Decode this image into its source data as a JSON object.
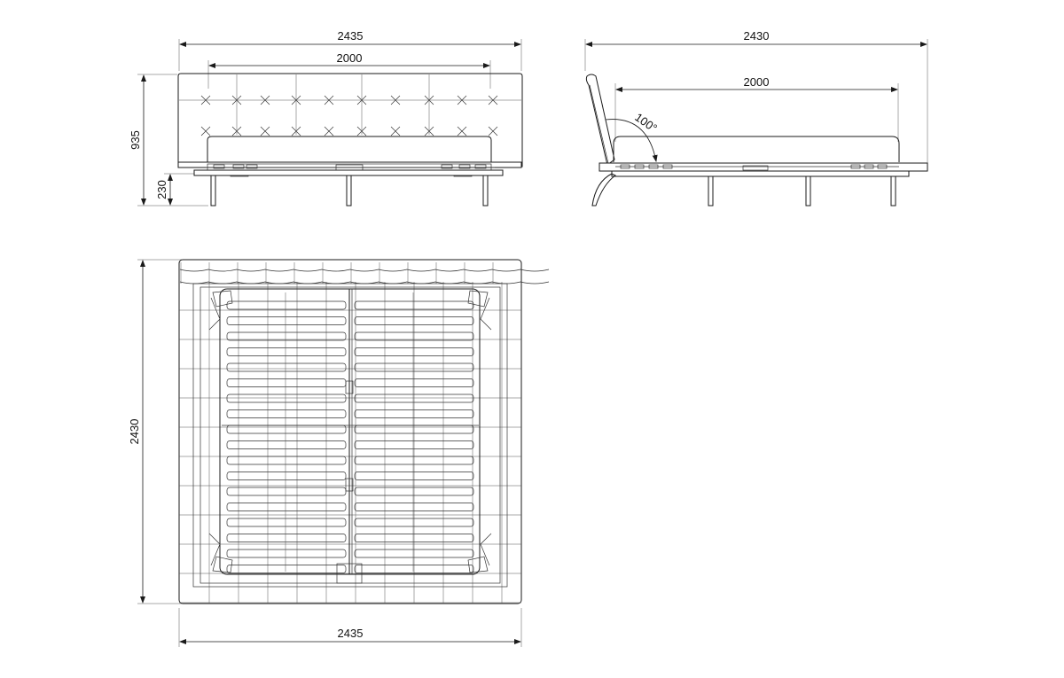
{
  "front_view": {
    "dim_overall_width": "2435",
    "dim_mattress_width": "2000",
    "dim_overall_height": "935",
    "dim_frame_height": "230"
  },
  "side_view": {
    "dim_overall_length": "2430",
    "dim_mattress_length": "2000",
    "angle_label": "100°"
  },
  "top_view": {
    "dim_overall_length": "2430",
    "dim_overall_width": "2435"
  },
  "colors": {
    "line": "#1a1a1a",
    "background": "#ffffff"
  }
}
